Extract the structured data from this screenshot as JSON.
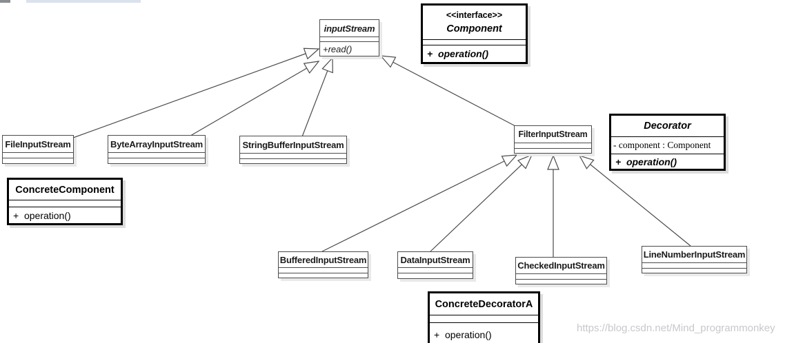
{
  "watermark": "https://blog.csdn.net/Mind_programmonkey",
  "diagram": {
    "input_stream": {
      "title": "inputStream",
      "method": "+read()"
    },
    "component": {
      "stereotype": "<<interface>>",
      "title": "Component",
      "method": "+  operation()"
    },
    "file_input_stream": {
      "title": "FileInputStream"
    },
    "byte_array_input_stream": {
      "title": "ByteArrayInputStream"
    },
    "string_buffer_input_stream": {
      "title": "StringBufferInputStream"
    },
    "concrete_component": {
      "title": "ConcreteComponent",
      "method": "+  operation()"
    },
    "filter_input_stream": {
      "title": "FilterInputStream"
    },
    "decorator": {
      "title": "Decorator",
      "attribute": "- component : Component",
      "method": "+  operation()"
    },
    "buffered_input_stream": {
      "title": "BufferedInputStream"
    },
    "data_input_stream": {
      "title": "DataInputStream"
    },
    "checked_input_stream": {
      "title": "CheckedInputStream"
    },
    "line_number_input_stream": {
      "title": "LineNumberInputStream"
    },
    "concrete_decorator_a": {
      "title": "ConcreteDecoratorA",
      "method": "+  operation()"
    }
  },
  "relationships": [
    {
      "from": "FileInputStream",
      "to": "inputStream",
      "type": "generalization"
    },
    {
      "from": "ByteArrayInputStream",
      "to": "inputStream",
      "type": "generalization"
    },
    {
      "from": "StringBufferInputStream",
      "to": "inputStream",
      "type": "generalization"
    },
    {
      "from": "FilterInputStream",
      "to": "inputStream",
      "type": "generalization"
    },
    {
      "from": "BufferedInputStream",
      "to": "FilterInputStream",
      "type": "generalization"
    },
    {
      "from": "DataInputStream",
      "to": "FilterInputStream",
      "type": "generalization"
    },
    {
      "from": "CheckedInputStream",
      "to": "FilterInputStream",
      "type": "generalization"
    },
    {
      "from": "LineNumberInputStream",
      "to": "FilterInputStream",
      "type": "generalization"
    }
  ]
}
